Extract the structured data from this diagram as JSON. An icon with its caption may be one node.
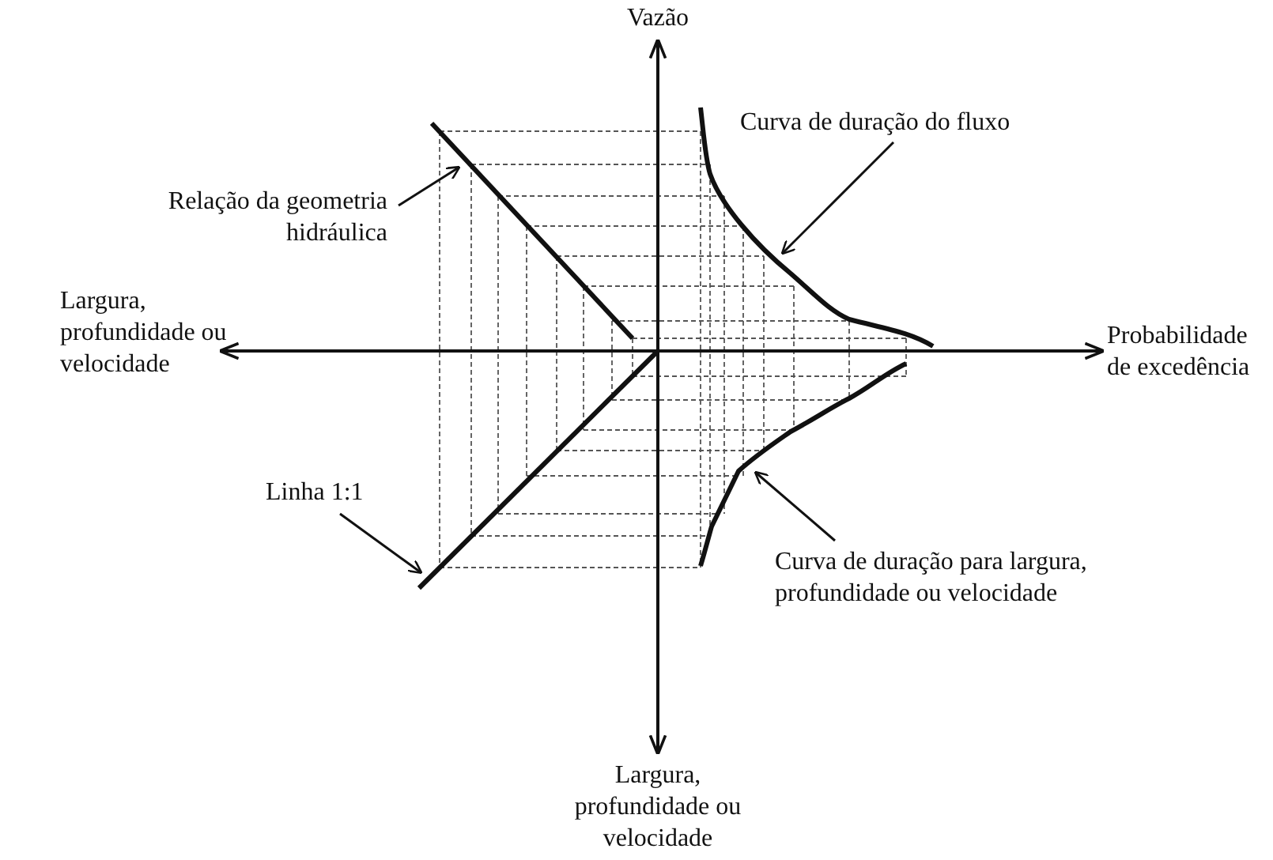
{
  "diagram": {
    "nodes": [
      {
        "text": [
          "Relação da geometria hidráulica"
        ]
      },
      {
        "text": [],
        "shape": "line"
      },
      {
        "text": [
          "Curva de duração do fluxo"
        ]
      },
      {
        "text": [],
        "shape": "line"
      },
      {
        "text": [
          "Linha 1:1"
        ]
      },
      {
        "text": [],
        "shape": "line"
      },
      {
        "text": [
          "Curva de duração para largura, profundidade ou velocidade"
        ]
      },
      {
        "text": [],
        "shape": "line"
      }
    ],
    "edges": [
      {
        "from": 0,
        "to": 1,
        "arrow": "to"
      },
      {
        "from": 2,
        "to": 3,
        "arrow": "to"
      },
      {
        "from": 4,
        "to": 5,
        "arrow": "to"
      },
      {
        "from": 6,
        "to": 7,
        "arrow": "to"
      }
    ],
    "labels": [
      "Vazão",
      "Largura, profundidade ou velocidade",
      "Probabilidade de excedência",
      "Largura, profundidade ou velocidade"
    ]
  }
}
